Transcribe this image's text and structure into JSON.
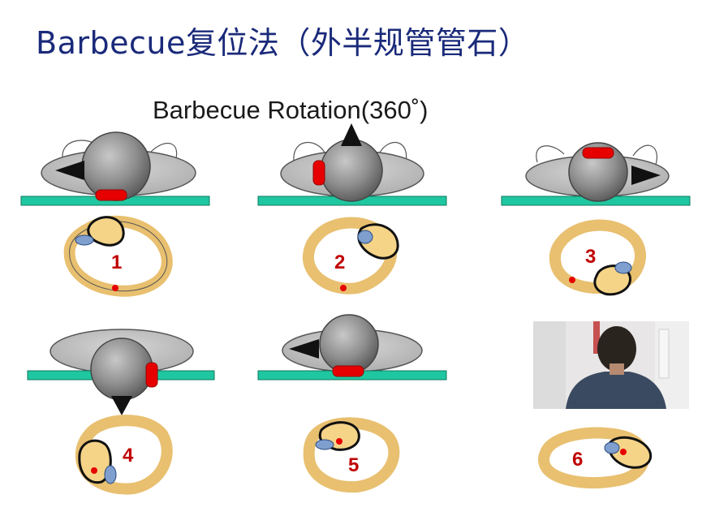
{
  "slide": {
    "title": "Barbecue复位法（外半规管管石）"
  },
  "diagram": {
    "heading": "Barbecue Rotation(360˚)",
    "colors": {
      "platform": "#1fc7a0",
      "head": "#8a8a8a",
      "ellipse": "#bfbfbf",
      "marker": "#e60000",
      "canal": "#f5d488",
      "label": "#c00000"
    },
    "steps": [
      {
        "number": "1"
      },
      {
        "number": "2"
      },
      {
        "number": "3"
      },
      {
        "number": "4"
      },
      {
        "number": "5"
      },
      {
        "number": "6"
      }
    ]
  }
}
